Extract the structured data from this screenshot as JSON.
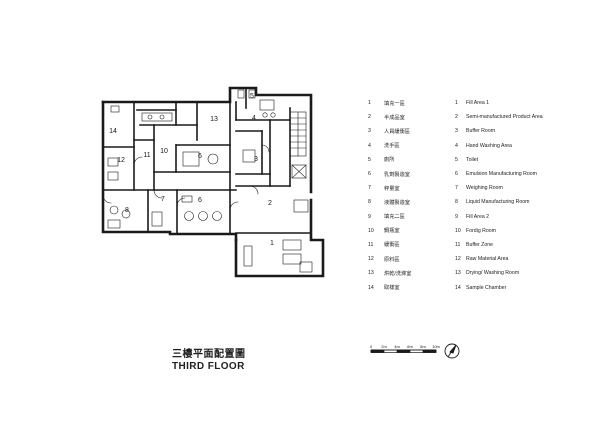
{
  "plan": {
    "rooms": [
      {
        "num": "1"
      },
      {
        "num": "2"
      },
      {
        "num": "3"
      },
      {
        "num": "4"
      },
      {
        "num": "5"
      },
      {
        "num": "6"
      },
      {
        "num": "6"
      },
      {
        "num": "7"
      },
      {
        "num": "8"
      },
      {
        "num": "10"
      },
      {
        "num": "11"
      },
      {
        "num": "12"
      },
      {
        "num": "13"
      },
      {
        "num": "14"
      }
    ]
  },
  "legend": {
    "zh": [
      {
        "num": "1",
        "label": "填充一區"
      },
      {
        "num": "2",
        "label": "半成品室"
      },
      {
        "num": "3",
        "label": "人員緩衝區"
      },
      {
        "num": "4",
        "label": "洗手區"
      },
      {
        "num": "5",
        "label": "廁所"
      },
      {
        "num": "6",
        "label": "乳劑製造室"
      },
      {
        "num": "7",
        "label": "秤量室"
      },
      {
        "num": "8",
        "label": "液體製造室"
      },
      {
        "num": "9",
        "label": "填充二區"
      },
      {
        "num": "10",
        "label": "鋼瓶室"
      },
      {
        "num": "11",
        "label": "緩衝區"
      },
      {
        "num": "12",
        "label": "原料區"
      },
      {
        "num": "13",
        "label": "烘乾/洗滌室"
      },
      {
        "num": "14",
        "label": "取樣室"
      }
    ],
    "en": [
      {
        "num": "1",
        "label": "Fill Area 1"
      },
      {
        "num": "2",
        "label": "Semi-manufactured Product Area"
      },
      {
        "num": "3",
        "label": "Buffer Room"
      },
      {
        "num": "4",
        "label": "Hand Washing Area"
      },
      {
        "num": "5",
        "label": "Toilet"
      },
      {
        "num": "6",
        "label": "Emulsion Manufacturing Room"
      },
      {
        "num": "7",
        "label": "Weighing Room"
      },
      {
        "num": "8",
        "label": "Liquid Manufacturing Room"
      },
      {
        "num": "9",
        "label": "Fill Area 2"
      },
      {
        "num": "10",
        "label": "Fordig Room"
      },
      {
        "num": "11",
        "label": "Buffer Zone"
      },
      {
        "num": "12",
        "label": "Raw Material Area"
      },
      {
        "num": "13",
        "label": "Drying/ Washing Room"
      },
      {
        "num": "14",
        "label": "Sample Chamber"
      }
    ]
  },
  "titles": {
    "zh": "三樓平面配置圖",
    "en": "THIRD FLOOR"
  },
  "scale": {
    "ticks": [
      "0",
      "2m",
      "4m",
      "6m",
      "8m",
      "10m"
    ]
  },
  "north_icon": "north-arrow-icon"
}
